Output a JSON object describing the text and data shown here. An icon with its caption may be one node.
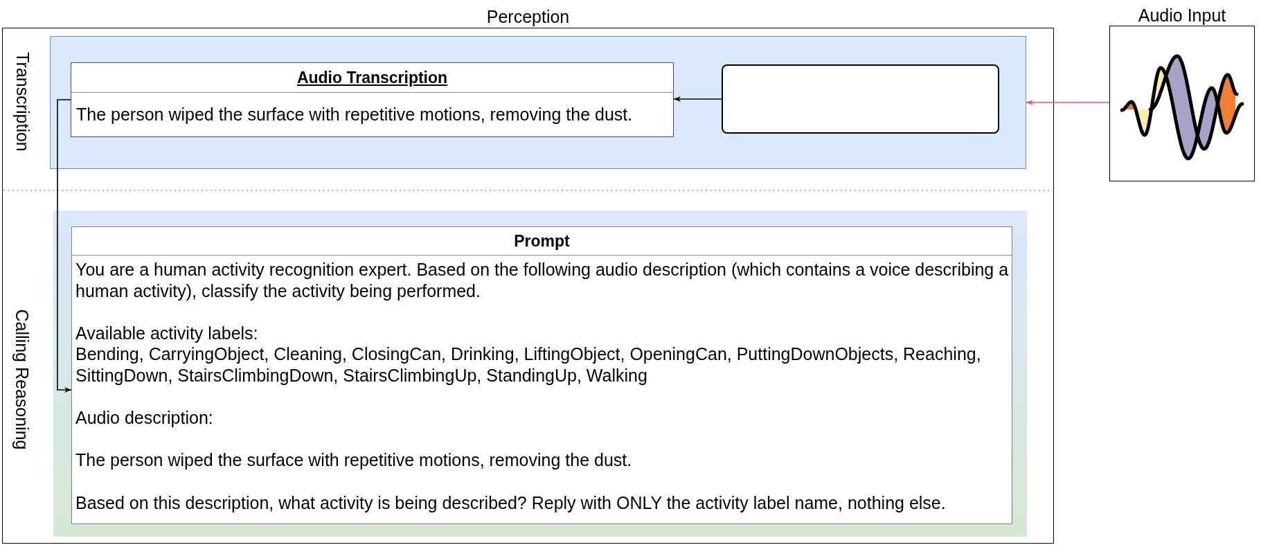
{
  "diagram": {
    "nodes": [
      {
        "text": [
          "Perception"
        ]
      },
      {
        "text": [
          "Transcription"
        ],
        "in": 0
      },
      {
        "text": [
          "Audio Transcription",
          "The person wiped the surface with repetitive motions, removing the dust."
        ],
        "in": 1
      },
      {
        "text": [],
        "shape": "box",
        "in": 1
      },
      {
        "text": [
          "Calling Reasoning"
        ],
        "in": 0
      },
      {
        "text": [
          "Prompt",
          "You are a human activity recognition expert. Based on the following audio description (which contains a voice describing a human activity), classify the activity being performed.",
          "Available activity labels:",
          "Bending, CarryingObject, Cleaning, ClosingCan, Drinking, LiftingObject, OpeningCan, PuttingDownObjects, Reaching, SittingDown, StairsClimbingDown, StairsClimbingUp, StandingUp, Walking",
          "Audio description:",
          "The person wiped the surface with repetitive motions, removing the dust.",
          "Based on this description, what activity is being described? Reply with ONLY the activity label name, nothing else."
        ],
        "in": 4
      },
      {
        "text": [
          "Audio Input"
        ]
      }
    ],
    "edges": [
      {
        "from": 6,
        "to": 1,
        "arrow": "to",
        "color": "#e8489b"
      },
      {
        "from": 3,
        "to": 2,
        "arrow": "to"
      },
      {
        "from": 2,
        "to": 5,
        "arrow": "to"
      }
    ]
  }
}
